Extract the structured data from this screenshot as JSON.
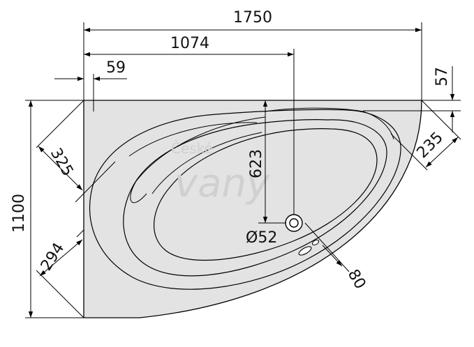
{
  "dimensions": {
    "overall_width": "1750",
    "drain_x": "1074",
    "rim_offset": "59",
    "right_gap": "57",
    "left_upper_edge": "325",
    "right_edge": "235",
    "depth": "1100",
    "left_lower_edge": "294",
    "drain_y": "623",
    "drain_diameter": "Ø52",
    "overflow": "80"
  },
  "watermark": {
    "line1": "České",
    "line2": "vany"
  },
  "colors": {
    "bath_fill": "#e3e3e3",
    "outline": "#000000",
    "watermark": "#d0d0d0"
  }
}
